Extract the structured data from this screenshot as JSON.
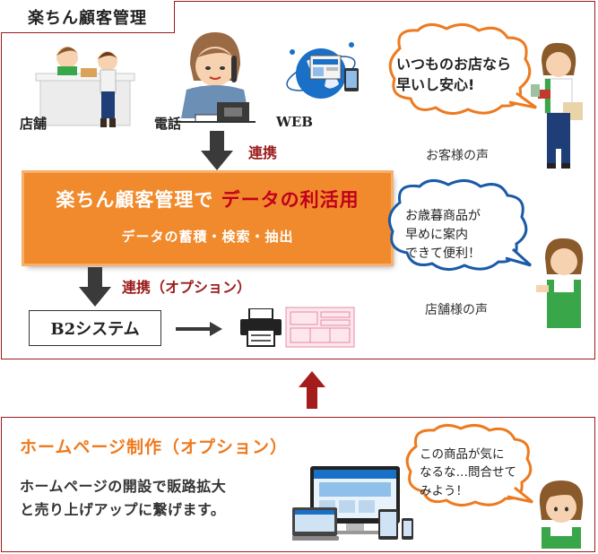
{
  "top_section": {
    "tab_title": "楽ちん顧客管理",
    "sources": {
      "store": "店舗",
      "phone": "電話",
      "web": "WEB"
    },
    "link_label": "連携",
    "main_box": {
      "title_prefix": "楽ちん顧客管理で",
      "title_highlight": "データの利活用",
      "subtitle": "データの蓄積・検索・抽出"
    },
    "link_option_label": "連携（オプション）",
    "b2_system": "B2システム",
    "customer_bubble": [
      "いつものお店なら",
      "早いし安心!"
    ],
    "customer_voice": "お客様の声",
    "store_bubble": [
      "お歳暮商品が",
      "早めに案内",
      "できて便利！"
    ],
    "store_voice": "店舗様の声"
  },
  "bottom_section": {
    "title": "ホームページ制作（オプション）",
    "body": [
      "ホームページの開設で販路拡大",
      "と売り上げアップに繋げます。"
    ],
    "bubble": [
      "この商品が気に",
      "なるな…問合せて",
      "みよう！"
    ]
  },
  "colors": {
    "frame": "#9b1b1b",
    "orange": "#f08a2c",
    "highlight": "#c0001a",
    "bubble_border": "#ee7a1f",
    "bubble_border_blue": "#1a5aa8"
  }
}
